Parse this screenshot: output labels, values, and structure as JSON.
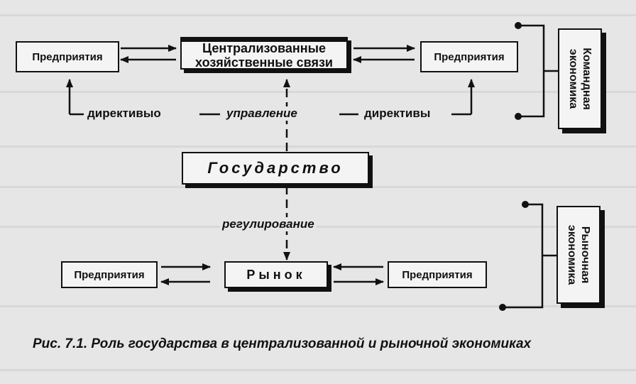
{
  "diagram": {
    "central_links": [
      "Централизованные",
      "хозяйственные связи"
    ],
    "enterprises_top_left": "Предприятия",
    "enterprises_top_right": "Предприятия",
    "directive_left": "директивыо",
    "management": "управление",
    "directive_right": "директивы",
    "state": "Государство",
    "regulation": "регулирование",
    "market": "Рынок",
    "enterprises_bottom_left": "Предприятия",
    "enterprises_bottom_right": "Предприятия",
    "command_economy": [
      "Командная",
      "экономика"
    ],
    "market_economy": [
      "Рыночная",
      "экономика"
    ]
  },
  "caption": "Рис. 7.1.  Роль государства в централизованной и рыночной экономиках"
}
